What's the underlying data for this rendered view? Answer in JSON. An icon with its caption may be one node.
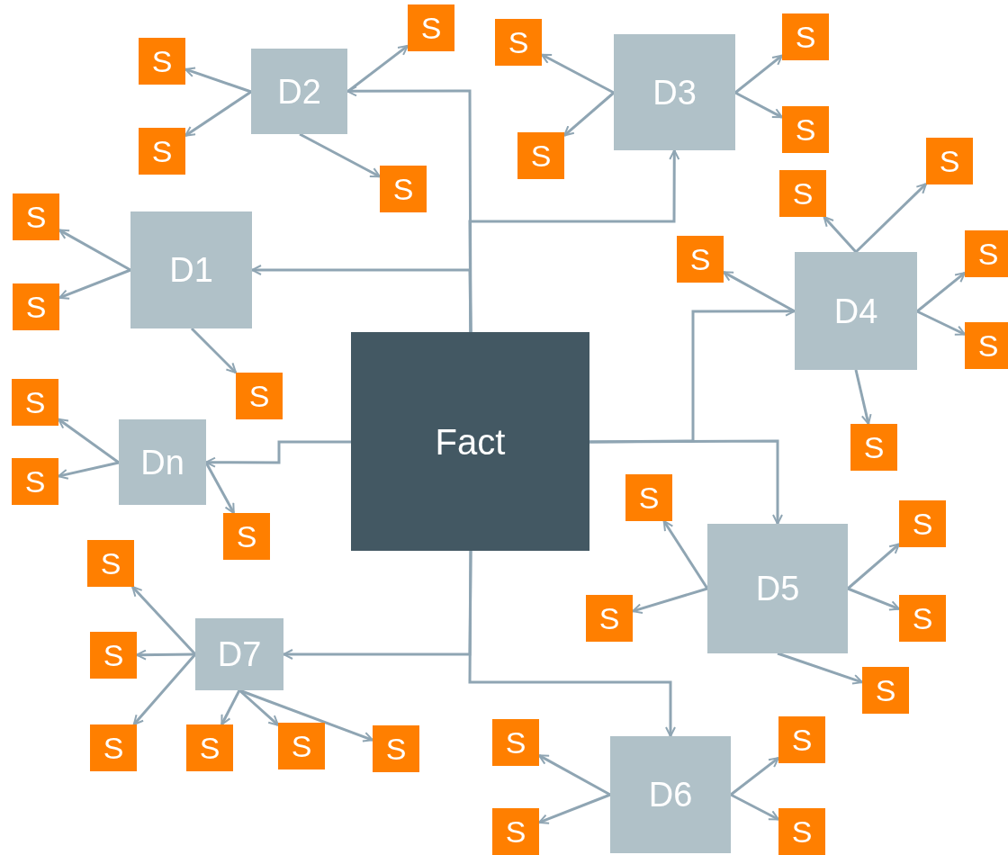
{
  "diagram": {
    "nodes": [
      {
        "text": [
          "Fact"
        ]
      },
      {
        "text": [
          "D1"
        ]
      },
      {
        "text": [
          "D2"
        ]
      },
      {
        "text": [
          "D3"
        ]
      },
      {
        "text": [
          "D4"
        ]
      },
      {
        "text": [
          "D5"
        ]
      },
      {
        "text": [
          "D6"
        ]
      },
      {
        "text": [
          "D7"
        ]
      },
      {
        "text": [
          "Dn"
        ]
      },
      {
        "text": [
          "S"
        ]
      },
      {
        "text": [
          "S"
        ]
      },
      {
        "text": [
          "S"
        ]
      },
      {
        "text": [
          "S"
        ]
      },
      {
        "text": [
          "S"
        ]
      },
      {
        "text": [
          "S"
        ]
      },
      {
        "text": [
          "S"
        ]
      },
      {
        "text": [
          "S"
        ]
      },
      {
        "text": [
          "S"
        ]
      },
      {
        "text": [
          "S"
        ]
      },
      {
        "text": [
          "S"
        ]
      },
      {
        "text": [
          "S"
        ]
      },
      {
        "text": [
          "S"
        ]
      },
      {
        "text": [
          "S"
        ]
      },
      {
        "text": [
          "S"
        ]
      },
      {
        "text": [
          "S"
        ]
      },
      {
        "text": [
          "S"
        ]
      },
      {
        "text": [
          "S"
        ]
      },
      {
        "text": [
          "S"
        ]
      },
      {
        "text": [
          "S"
        ]
      },
      {
        "text": [
          "S"
        ]
      },
      {
        "text": [
          "S"
        ]
      },
      {
        "text": [
          "S"
        ]
      },
      {
        "text": [
          "S"
        ]
      },
      {
        "text": [
          "S"
        ]
      },
      {
        "text": [
          "S"
        ]
      },
      {
        "text": [
          "S"
        ]
      },
      {
        "text": [
          "S"
        ]
      },
      {
        "text": [
          "S"
        ]
      },
      {
        "text": [
          "S"
        ]
      },
      {
        "text": [
          "S"
        ]
      },
      {
        "text": [
          "S"
        ]
      },
      {
        "text": [
          "S"
        ]
      },
      {
        "text": [
          "S"
        ]
      },
      {
        "text": [
          "S"
        ]
      }
    ],
    "edges": [
      {
        "from": 0,
        "to": 1,
        "arrow": "to"
      },
      {
        "from": 0,
        "to": 2,
        "arrow": "to"
      },
      {
        "from": 0,
        "to": 3,
        "arrow": "to"
      },
      {
        "from": 0,
        "to": 4,
        "arrow": "to"
      },
      {
        "from": 0,
        "to": 5,
        "arrow": "to"
      },
      {
        "from": 0,
        "to": 6,
        "arrow": "to"
      },
      {
        "from": 0,
        "to": 7,
        "arrow": "to"
      },
      {
        "from": 0,
        "to": 8,
        "arrow": "to"
      },
      {
        "from": 1,
        "to": 9,
        "arrow": "to"
      },
      {
        "from": 1,
        "to": 10,
        "arrow": "to"
      },
      {
        "from": 1,
        "to": 11,
        "arrow": "to"
      },
      {
        "from": 2,
        "to": 12,
        "arrow": "to"
      },
      {
        "from": 2,
        "to": 13,
        "arrow": "to"
      },
      {
        "from": 2,
        "to": 14,
        "arrow": "to"
      },
      {
        "from": 2,
        "to": 15,
        "arrow": "to"
      },
      {
        "from": 3,
        "to": 16,
        "arrow": "to"
      },
      {
        "from": 3,
        "to": 17,
        "arrow": "to"
      },
      {
        "from": 3,
        "to": 18,
        "arrow": "to"
      },
      {
        "from": 3,
        "to": 19,
        "arrow": "to"
      },
      {
        "from": 4,
        "to": 20,
        "arrow": "to"
      },
      {
        "from": 4,
        "to": 21,
        "arrow": "to"
      },
      {
        "from": 4,
        "to": 22,
        "arrow": "to"
      },
      {
        "from": 4,
        "to": 23,
        "arrow": "to"
      },
      {
        "from": 4,
        "to": 24,
        "arrow": "to"
      },
      {
        "from": 4,
        "to": 25,
        "arrow": "to"
      },
      {
        "from": 5,
        "to": 26,
        "arrow": "to"
      },
      {
        "from": 5,
        "to": 27,
        "arrow": "to"
      },
      {
        "from": 5,
        "to": 28,
        "arrow": "to"
      },
      {
        "from": 5,
        "to": 29,
        "arrow": "to"
      },
      {
        "from": 5,
        "to": 30,
        "arrow": "to"
      },
      {
        "from": 6,
        "to": 31,
        "arrow": "to"
      },
      {
        "from": 6,
        "to": 32,
        "arrow": "to"
      },
      {
        "from": 6,
        "to": 33,
        "arrow": "to"
      },
      {
        "from": 6,
        "to": 34,
        "arrow": "to"
      },
      {
        "from": 7,
        "to": 35,
        "arrow": "to"
      },
      {
        "from": 7,
        "to": 36,
        "arrow": "to"
      },
      {
        "from": 7,
        "to": 37,
        "arrow": "to"
      },
      {
        "from": 7,
        "to": 38,
        "arrow": "to"
      },
      {
        "from": 7,
        "to": 39,
        "arrow": "to"
      },
      {
        "from": 7,
        "to": 40,
        "arrow": "to"
      },
      {
        "from": 8,
        "to": 41,
        "arrow": "to"
      },
      {
        "from": 8,
        "to": 42,
        "arrow": "to"
      },
      {
        "from": 8,
        "to": 43,
        "arrow": "to"
      }
    ]
  }
}
